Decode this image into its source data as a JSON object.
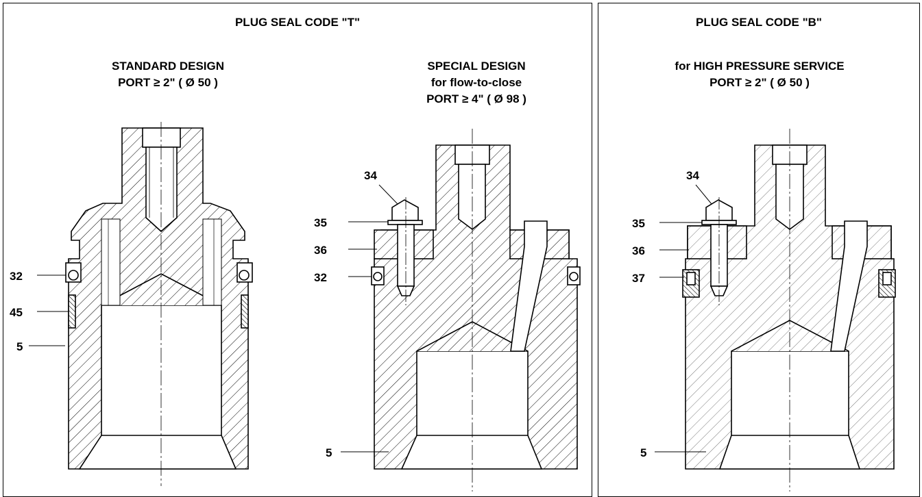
{
  "panels": [
    {
      "title": "PLUG SEAL CODE \"T\"",
      "designs": [
        {
          "lines": [
            "STANDARD DESIGN",
            "PORT ≥ 2\" ( Ø 50 )"
          ]
        },
        {
          "lines": [
            "SPECIAL DESIGN",
            "for flow-to-close",
            "PORT ≥ 4\" ( Ø 98 )"
          ]
        }
      ]
    },
    {
      "title": "PLUG SEAL CODE \"B\"",
      "designs": [
        {
          "lines": [
            "for HIGH PRESSURE SERVICE",
            "PORT ≥ 2\" ( Ø 50 )"
          ]
        }
      ]
    }
  ],
  "callouts": {
    "standard": [
      "32",
      "45",
      "5"
    ],
    "special": [
      "34",
      "35",
      "36",
      "32",
      "5"
    ],
    "high_pressure": [
      "34",
      "35",
      "36",
      "37",
      "5"
    ]
  }
}
